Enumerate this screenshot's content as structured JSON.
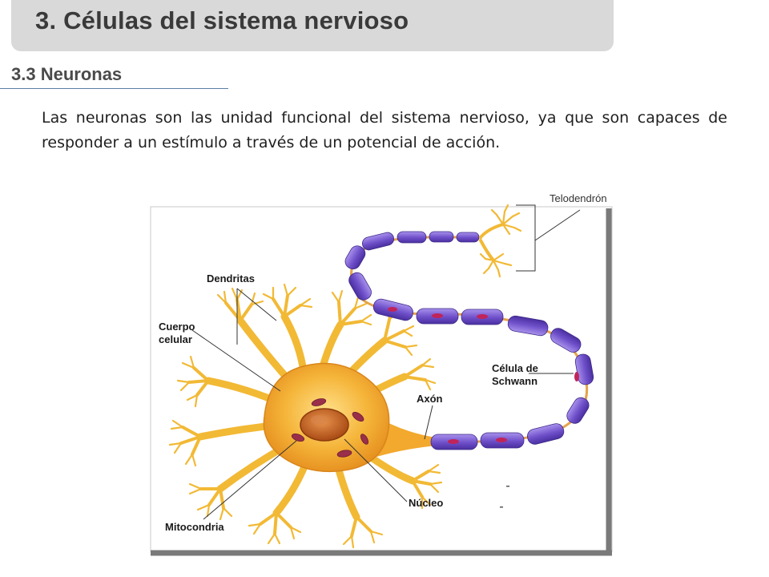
{
  "slide": {
    "title": "3. Células del sistema nervioso",
    "subtitle": "3.3 Neuronas",
    "paragraph": "Las neuronas son las unidad funcional del sistema nervioso, ya que son capaces de responder a un estímulo a través de un potencial de acción."
  },
  "diagram": {
    "labels": {
      "telodendron": "Telodendrón",
      "dendrites": "Dendritas",
      "cell_body_line1": "Cuerpo",
      "cell_body_line2": "celular",
      "schwann_line1": "Célula de",
      "schwann_line2": "Schwann",
      "axon": "Axón",
      "nucleus": "Núcleo",
      "mitochondria": "Mitocondria"
    }
  },
  "colors": {
    "title_bar": "#d9d9d9",
    "neuron_body": "#f2a92e",
    "dendrite": "#f4c441",
    "myelin": "#7b5bd0",
    "nucleus": "#c8641e"
  }
}
